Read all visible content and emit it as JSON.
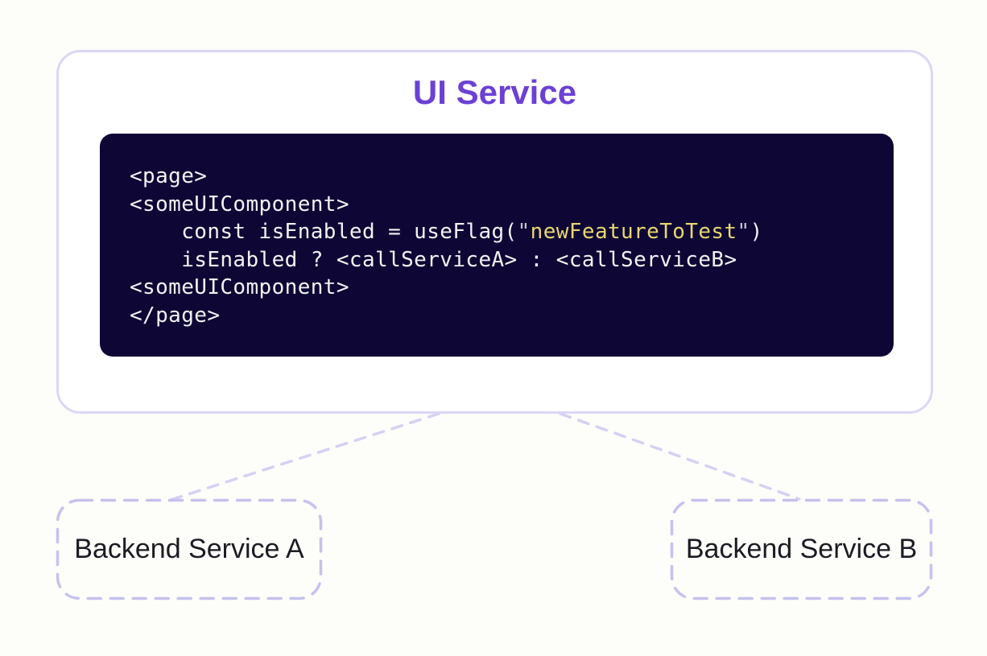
{
  "diagram": {
    "ui_service": {
      "title": "UI Service",
      "title_color": "#6c40d4",
      "border_color": "#dcd6f6"
    },
    "code_block": {
      "background": "#0e0635",
      "text_color": "#f2f2f2",
      "string_color": "#e9d76f",
      "quote_color": "#c4c4ca",
      "lines": [
        [
          {
            "t": "<page>",
            "c": "plain"
          }
        ],
        [
          {
            "t": "<someUIComponent>",
            "c": "plain"
          }
        ],
        [
          {
            "t": "    const isEnabled = useFlag(",
            "c": "plain"
          },
          {
            "t": "\"",
            "c": "quote"
          },
          {
            "t": "newFeatureToTest",
            "c": "string"
          },
          {
            "t": "\"",
            "c": "quote"
          },
          {
            "t": ")",
            "c": "plain"
          }
        ],
        [
          {
            "t": "    isEnabled ? <callServiceA> : <callServiceB>",
            "c": "plain"
          }
        ],
        [
          {
            "t": "<someUIComponent>",
            "c": "plain"
          }
        ],
        [
          {
            "t": "</page>",
            "c": "plain"
          }
        ]
      ]
    },
    "backend_nodes": [
      {
        "id": "backend-service-a",
        "label": "Backend Service A"
      },
      {
        "id": "backend-service-b",
        "label": "Backend Service B"
      }
    ],
    "connector_color": "#d6d1f3",
    "dashed_border_color": "#c6c2ee"
  }
}
